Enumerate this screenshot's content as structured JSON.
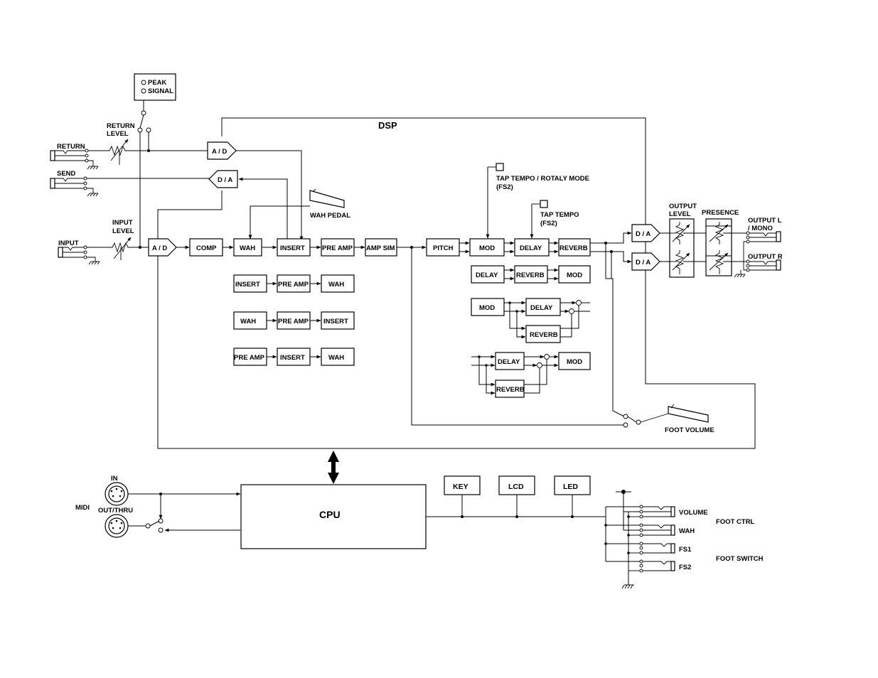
{
  "labels": {
    "peak": "PEAK",
    "signal": "SIGNAL",
    "return_level": [
      "RETURN",
      "LEVEL"
    ],
    "return": "RETURN",
    "send": "SEND",
    "input_level": [
      "INPUT",
      "LEVEL"
    ],
    "input": "INPUT",
    "dsp": "DSP",
    "wah_pedal": "WAH  PEDAL",
    "tap_tempo_rotary": [
      "TAP TEMPO / ROTALY MODE",
      "(FS2)"
    ],
    "tap_tempo": [
      "TAP TEMPO",
      "(FS2)"
    ],
    "output_level": [
      "OUTPUT",
      "LEVEL"
    ],
    "presence": "PRESENCE",
    "output_l": [
      "OUTPUT L",
      "/ MONO"
    ],
    "output_r": "OUTPUT R",
    "foot_volume": "FOOT  VOLUME",
    "midi": "MIDI",
    "midi_in": "IN",
    "midi_out": "OUT/THRU",
    "foot_ctrl": "FOOT CTRL",
    "foot_switch": "FOOT SWITCH"
  },
  "blocks": {
    "ad_return": "A / D",
    "da_send": "D / A",
    "ad_input": "A / D",
    "comp": "COMP",
    "wah": "WAH",
    "insert": "INSERT",
    "pre_amp": "PRE AMP",
    "amp_sim": "AMP SIM",
    "pitch": "PITCH",
    "mod": "MOD",
    "delay": "DELAY",
    "reverb": "REVERB",
    "da_l": "D / A",
    "da_r": "D / A",
    "cpu": "CPU",
    "key": "KEY",
    "lcd": "LCD",
    "led": "LED"
  },
  "alt_orders": [
    [
      "INSERT",
      "PRE AMP",
      "WAH"
    ],
    [
      "WAH",
      "PRE AMP",
      "INSERT"
    ],
    [
      "PRE AMP",
      "INSERT",
      "WAH"
    ]
  ],
  "alt_effects": {
    "row1": [
      "DELAY",
      "REVERB",
      "MOD"
    ],
    "row2": [
      "MOD",
      "DELAY",
      "REVERB"
    ],
    "row3": [
      "DELAY",
      "MOD",
      "REVERB"
    ]
  },
  "foot_jacks": [
    "VOLUME",
    "WAH",
    "FS1",
    "FS2"
  ]
}
